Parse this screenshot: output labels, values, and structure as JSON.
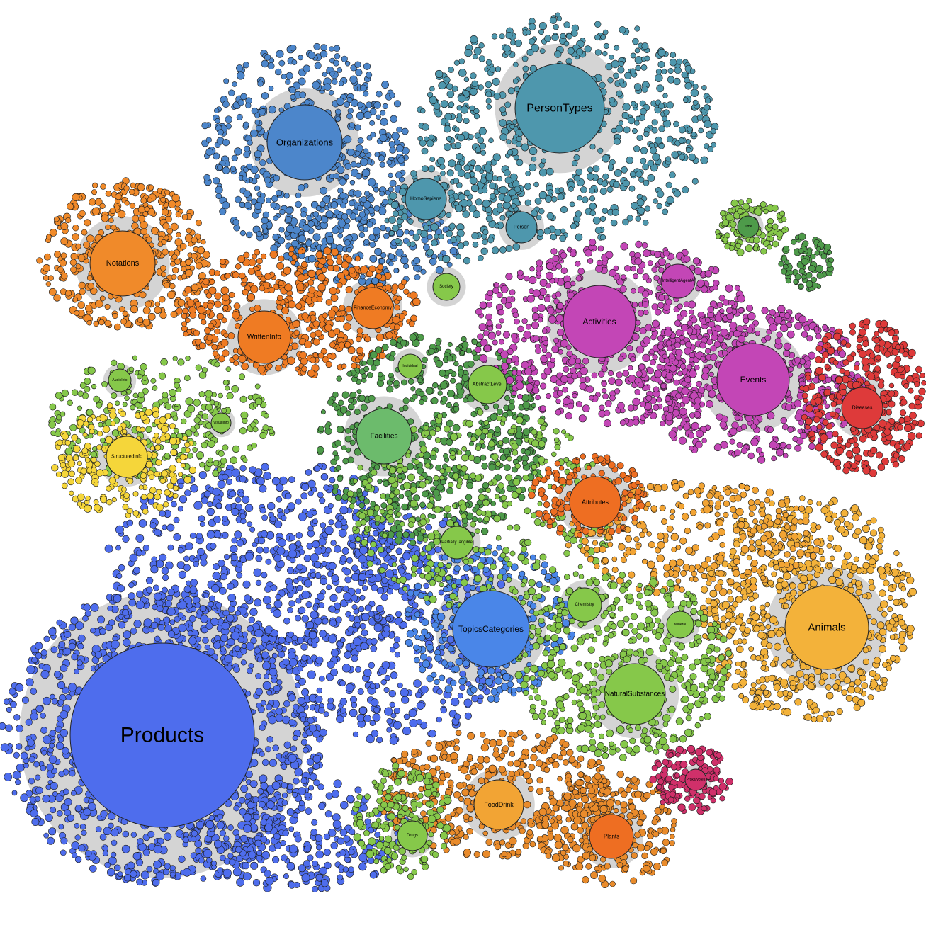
{
  "diagram": {
    "colors": {
      "products": "#4e6ded",
      "topics": "#4a86e8",
      "organizations": "#4c86cb",
      "persons": "#4e97ad",
      "notations": "#f08a2a",
      "writteninfo": "#ef7b23",
      "facilities": "#6cbb6c",
      "greenlight": "#86c84a",
      "darkgreen": "#4e9b4a",
      "activities": "#c346b6",
      "diseases": "#de3a3a",
      "attributes": "#ee6e22",
      "animals": "#f3b23a",
      "structured": "#f5d63a",
      "fooddrink": "#f2a434",
      "prokaryotes": "#d0306a",
      "orange2": "#e98b2b"
    },
    "nodes": [
      {
        "id": "products",
        "label": "Products",
        "color": "products"
      },
      {
        "id": "topics",
        "label": "TopicsCategories",
        "color": "topics"
      },
      {
        "id": "organizations",
        "label": "Organizations",
        "color": "organizations"
      },
      {
        "id": "persontypes",
        "label": "PersonTypes",
        "color": "persons"
      },
      {
        "id": "homosapiens",
        "label": "HomoSapiens",
        "color": "persons"
      },
      {
        "id": "person",
        "label": "Person",
        "color": "persons"
      },
      {
        "id": "notations",
        "label": "Notations",
        "color": "notations"
      },
      {
        "id": "writteninfo",
        "label": "WrittenInfo",
        "color": "writteninfo"
      },
      {
        "id": "financeeconomy",
        "label": "FinanceEconomy",
        "color": "writteninfo"
      },
      {
        "id": "society",
        "label": "Society",
        "color": "greenlight"
      },
      {
        "id": "activities",
        "label": "Activities",
        "color": "activities"
      },
      {
        "id": "events",
        "label": "Events",
        "color": "activities"
      },
      {
        "id": "intelligentagent",
        "label": "IntelligentAgentA",
        "color": "activities"
      },
      {
        "id": "diseases",
        "label": "Diseases",
        "color": "diseases"
      },
      {
        "id": "time",
        "label": "Time",
        "color": "darkgreen"
      },
      {
        "id": "individual",
        "label": "Individual",
        "color": "greenlight"
      },
      {
        "id": "abstractlevel",
        "label": "AbstractLevel",
        "color": "greenlight"
      },
      {
        "id": "audioinfo",
        "label": "AudioInfo",
        "color": "greenlight"
      },
      {
        "id": "visualinfo",
        "label": "VisualInfo",
        "color": "greenlight"
      },
      {
        "id": "structuredinfo",
        "label": "StructuredInfo",
        "color": "structured"
      },
      {
        "id": "facilities",
        "label": "Facilities",
        "color": "facilities"
      },
      {
        "id": "attributes",
        "label": "Attributes",
        "color": "attributes"
      },
      {
        "id": "partiallytangible",
        "label": "PartiallyTangible",
        "color": "greenlight"
      },
      {
        "id": "chemistry",
        "label": "Chemistry",
        "color": "greenlight"
      },
      {
        "id": "mineral",
        "label": "Mineral",
        "color": "greenlight"
      },
      {
        "id": "animals",
        "label": "Animals",
        "color": "animals"
      },
      {
        "id": "naturalsubstances",
        "label": "NaturalSubstances",
        "color": "greenlight"
      },
      {
        "id": "fooddrink",
        "label": "FoodDrink",
        "color": "fooddrink"
      },
      {
        "id": "plants",
        "label": "Plants",
        "color": "attributes"
      },
      {
        "id": "drugs",
        "label": "Drugs",
        "color": "greenlight"
      },
      {
        "id": "prokaryotes",
        "label": "Prokaryotes",
        "color": "prokaryotes"
      }
    ]
  }
}
